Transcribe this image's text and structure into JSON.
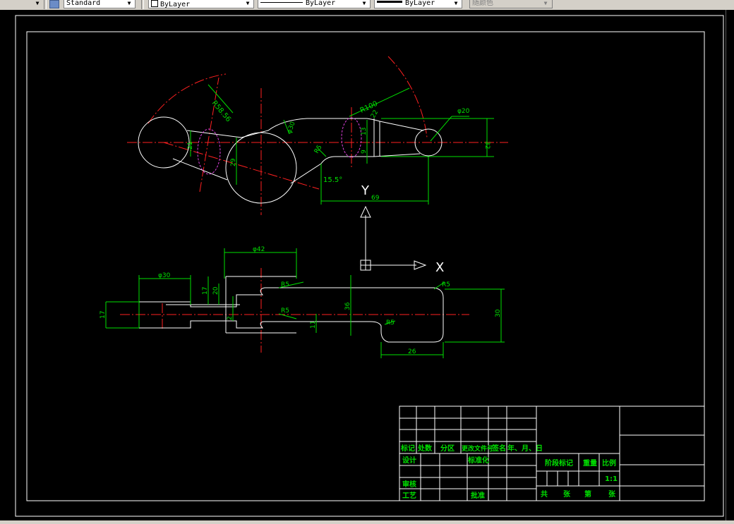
{
  "toolbar": {
    "text_style": "Standard",
    "layer": "ByLayer",
    "linetype": "ByLayer",
    "lineweight": "ByLayer",
    "plot_style": "随颜色"
  },
  "drawing": {
    "dims_top": {
      "r58": "R58.56",
      "r100": "R100",
      "r22": "22",
      "phi_small": "φ20",
      "d32": "32",
      "d21": "21",
      "d29": "29",
      "phi_mid": "φ30",
      "r5": "R5",
      "angle": "15.5°",
      "d13": "13",
      "d9": "9",
      "d69": "69"
    },
    "dims_bottom": {
      "phi42": "φ42",
      "phi30": "φ30",
      "d17a": "17",
      "d17b": "17",
      "d20": "20",
      "d2": "2",
      "r5a": "R5",
      "r5b": "R5",
      "r5c": "R5",
      "r5d": "R5",
      "d36": "36",
      "d11": "11",
      "d30": "30",
      "d26": "26"
    },
    "ucs": {
      "x": "X",
      "y": "Y"
    }
  },
  "title_block": {
    "row_headers": [
      "标记",
      "处数",
      "分区",
      "更改文件号",
      "签名",
      "年、月、日"
    ],
    "design": "设计",
    "standardize": "标准化",
    "review": "审核",
    "process": "工艺",
    "approve": "批准",
    "stage_mark": "阶段标记",
    "weight": "重量",
    "scale": "比例",
    "scale_value": "1:1",
    "total": "共",
    "sheets1": "张",
    "page": "第",
    "sheets2": "张"
  }
}
